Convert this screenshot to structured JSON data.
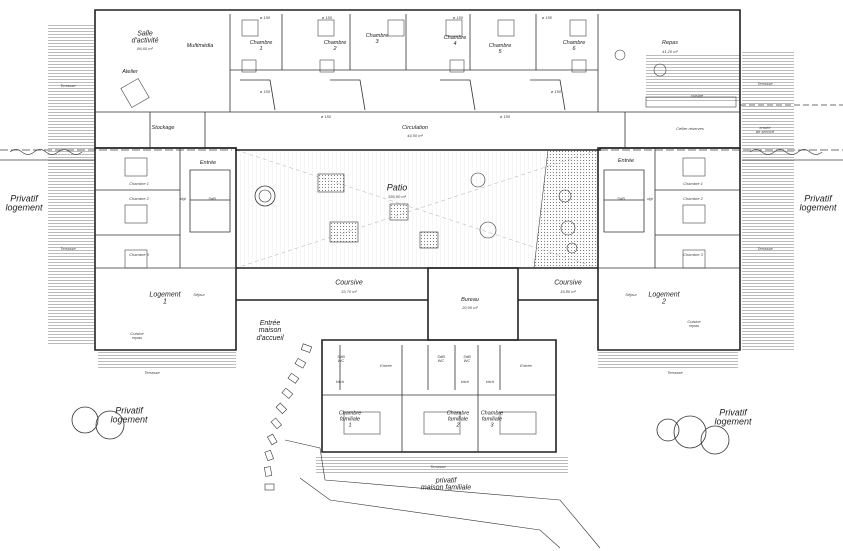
{
  "labels": {
    "salle_activite": "Salle\nd'activité",
    "salle_activite_area": "86,60 m²",
    "multimedia": "Multimédia",
    "atelier": "Atelier",
    "chambre_1": "Chambre\n1",
    "chambre_2": "Chambre\n2",
    "chambre_3": "Chambre\n3",
    "chambre_4": "Chambre\n4",
    "chambre_5": "Chambre\n5",
    "chambre_6": "Chambre\n6",
    "repas": "Repas",
    "repas_area": "41,20 m²",
    "cuisine": "cuisine",
    "stockage": "Stockage",
    "circulation": "Circulation",
    "circulation_area": "44,50 m²",
    "cellier": "Cellier réserves",
    "entree_service": "entrée\nde service",
    "terrasse": "Terrasse",
    "patio": "Patio",
    "patio_area": "156,00 m²",
    "privatif_logement": "Privatif\nlogement",
    "entree_left": "Entrée",
    "entree_right": "Entrée",
    "l_chambre_1": "Chambre 1",
    "l_chambre_2": "Chambre 2",
    "l_chambre_3": "Chambre 3",
    "r_chambre_1": "Chambre 1",
    "r_chambre_2": "Chambre 2",
    "r_chambre_3": "Chambre 3",
    "sdb": "SdB",
    "dgt": "dgt",
    "logement_1": "Logement\n1",
    "logement_2": "Logement\n2",
    "sejour": "Séjour",
    "cuisine_repas": "Cuisine\nrepas",
    "coursive": "Coursive",
    "coursive_left_area": "33,70 m²",
    "coursive_right_area": "15,80 m²",
    "bureau": "Bureau",
    "bureau_area": "20,00 m²",
    "entree_maison": "Entrée\nmaison\nd'accueil",
    "sdb_wc": "SdB\nWC",
    "kitch": "kitch",
    "chambre_fam_1": "Chambre\nfamiliale\n1",
    "chambre_fam_2": "Chambre\nfamiliale\n2",
    "chambre_fam_3": "Chambre\nfamiliale\n3",
    "privatif_maison": "privatif\nmaison familiale",
    "privatif_logement_bottom": "Privatif\nlogement",
    "o150": "ø 150",
    "vert": "vert"
  },
  "colors": {
    "ink": "#222222",
    "wall": "#333333",
    "terrace_hatch": "#9a9a9a",
    "patio_fill": "#f1f1f1",
    "garden_fill": "#dcdcdc"
  }
}
